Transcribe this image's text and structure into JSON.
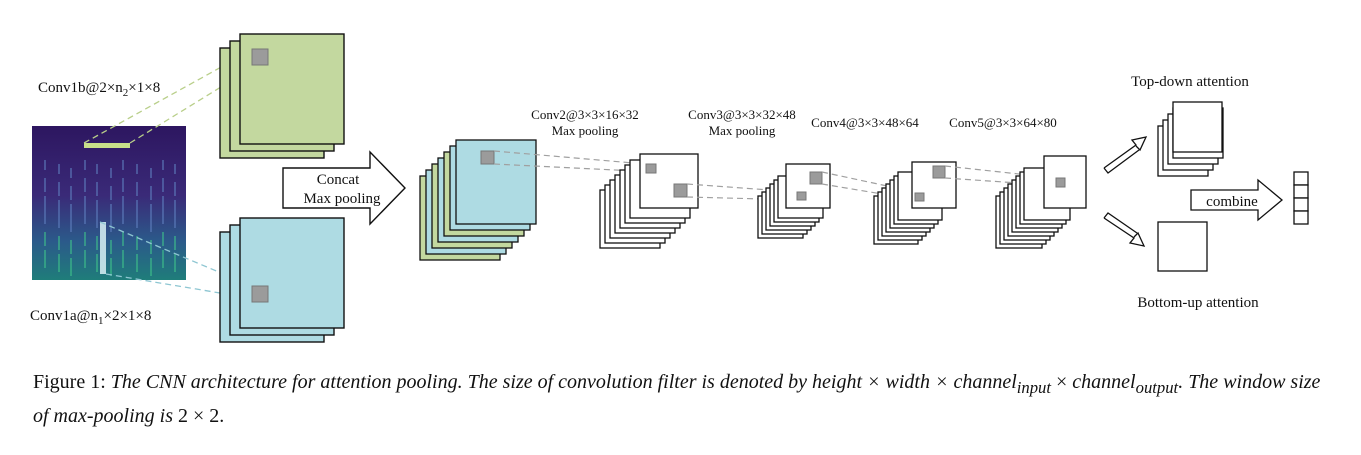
{
  "labels": {
    "conv1b": "Conv1b@2×n",
    "conv1b_sub": "2",
    "conv1b_rest": "×1×8",
    "conv1a": "Conv1a@n",
    "conv1a_sub": "1",
    "conv1a_rest": "×2×1×8",
    "concat_line1": "Concat",
    "concat_line2": "Max pooling",
    "conv2_line1": "Conv2@3×3×16×32",
    "conv2_line2": "Max pooling",
    "conv3_line1": "Conv3@3×3×32×48",
    "conv3_line2": "Max pooling",
    "conv4": "Conv4@3×3×48×64",
    "conv5": "Conv5@3×3×64×80",
    "top_down": "Top-down attention",
    "bottom_up": "Bottom-up attention",
    "combine": "combine"
  },
  "caption": {
    "label": "Figure 1:",
    "text1": "The CNN architecture for attention pooling. The size of convolution filter is denoted by",
    "math1": "height × width × channel",
    "sub_input": "input",
    "times": "×",
    "math2": "channel",
    "sub_output": "output",
    "text2": ". The window size of max-pooling is",
    "math3": "2 × 2",
    "period": "."
  },
  "colors": {
    "green_map": "#c3d89f",
    "blue_map": "#aedbe3",
    "white_map": "#ffffff",
    "kernel_gray": "#9b9b9b",
    "green_dash": "#b9cf8a",
    "blue_dash": "#8ec6d2",
    "gray_dash": "#a0a0a0",
    "spectrogram_bg": "#3a1f6b",
    "spectrogram_hot": "#2fb08a"
  },
  "icons": {
    "concat_arrow": "right-arrow-icon",
    "combine_arrow": "right-arrow-icon",
    "up_arrow": "diagonal-up-arrow-icon",
    "down_arrow": "diagonal-down-arrow-icon"
  }
}
